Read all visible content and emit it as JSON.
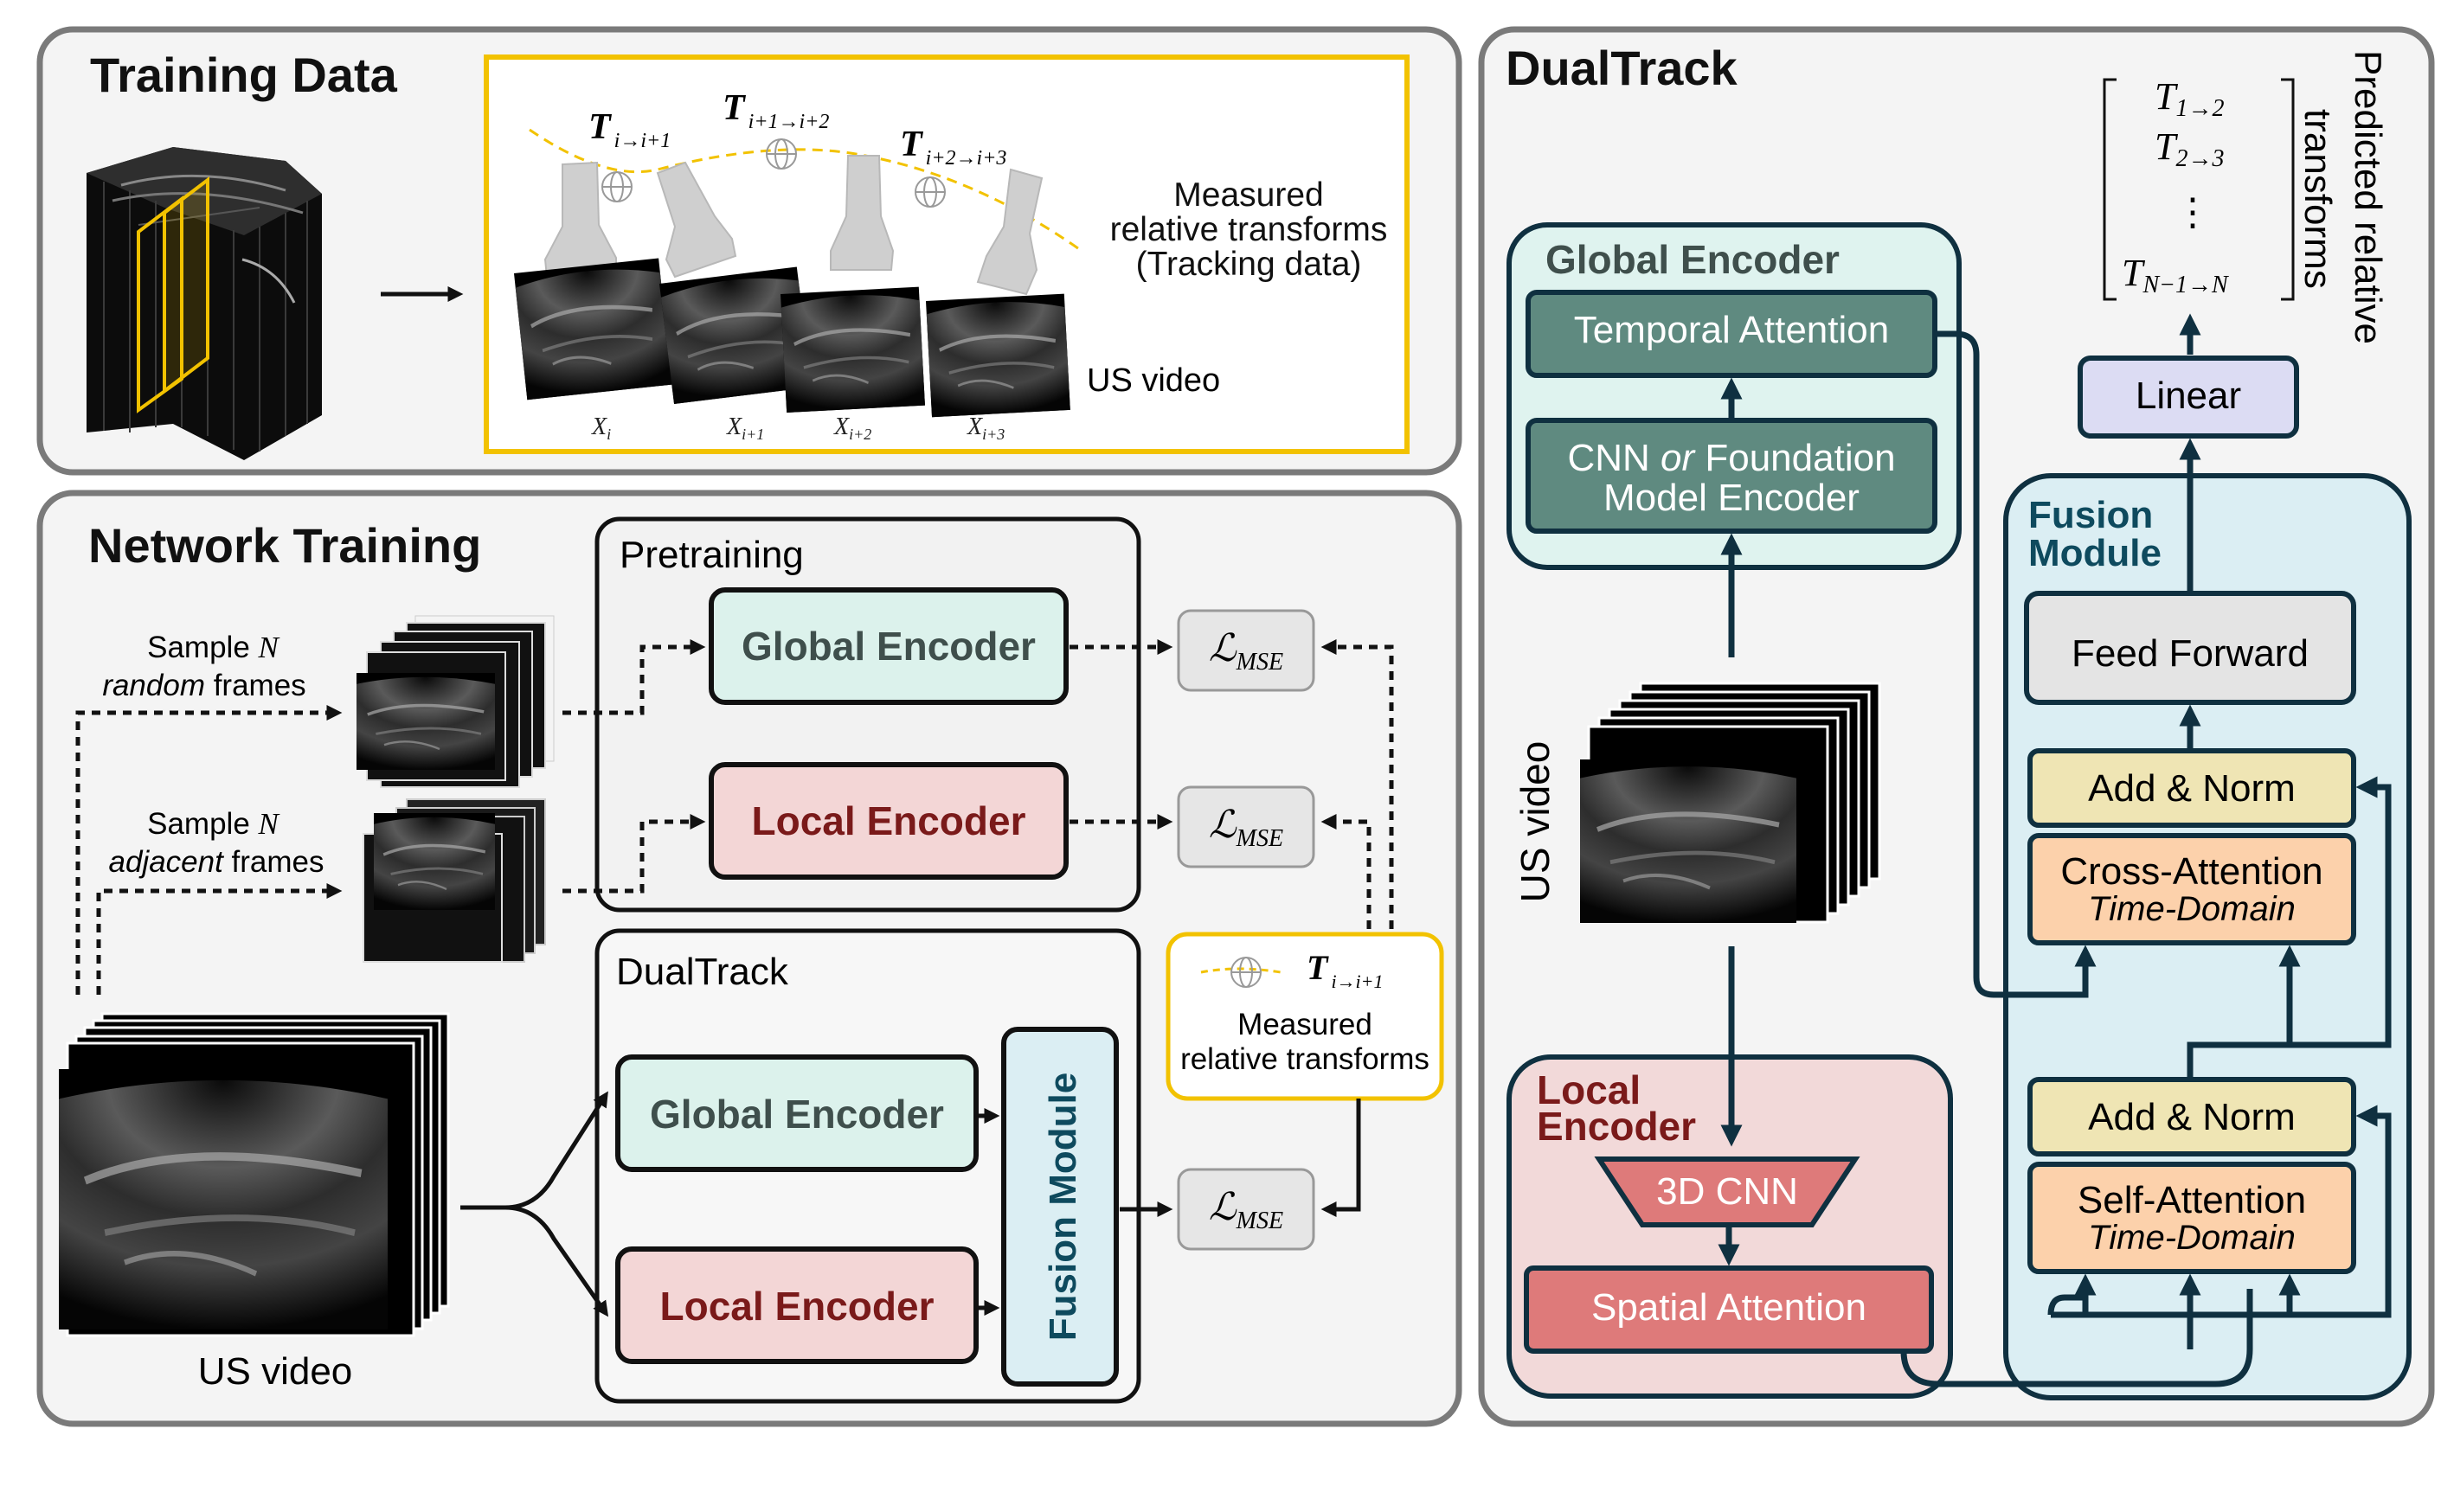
{
  "training_data": {
    "title": "Training Data",
    "transform_labels": [
      {
        "base": "T",
        "sub": "i→i+1"
      },
      {
        "base": "T",
        "sub": "i+1→i+2"
      },
      {
        "base": "T",
        "sub": "i+2→i+3"
      }
    ],
    "measured_lines": [
      "Measured",
      "relative transforms",
      "(Tracking data)"
    ],
    "us_video_label": "US video",
    "frame_labels": [
      {
        "base": "X",
        "sub": "i"
      },
      {
        "base": "X",
        "sub": "i+1"
      },
      {
        "base": "X",
        "sub": "i+2"
      },
      {
        "base": "X",
        "sub": "i+3"
      }
    ]
  },
  "network_training": {
    "title": "Network Training",
    "pretraining_label": "Pretraining",
    "global_encoder": "Global Encoder",
    "local_encoder": "Local Encoder",
    "sample_random": {
      "line1": "Sample",
      "var": "N",
      "line2_italic": "random",
      "line2_rest": " frames"
    },
    "sample_adjacent": {
      "line1": "Sample",
      "var": "N",
      "line2_italic": "adjacent",
      "line2_rest": " frames"
    },
    "loss": {
      "base": "ℒ",
      "sub": "MSE"
    },
    "dualtrack_label": "DualTrack",
    "fusion_module": "Fusion Module",
    "measured_transform": {
      "base": "T",
      "sub": "i→i+1",
      "line1": "Measured",
      "line2": "relative transforms"
    },
    "us_video_label": "US video"
  },
  "dualtrack": {
    "title": "DualTrack",
    "global_encoder": {
      "title": "Global Encoder",
      "temporal_attention": "Temporal Attention",
      "cnn_line1_a": "CNN ",
      "cnn_line1_or": "or",
      "cnn_line1_b": " Foundation",
      "cnn_line2": "Model Encoder"
    },
    "us_video_label": "US video",
    "local_encoder": {
      "title_line1": "Local",
      "title_line2": "Encoder",
      "cnn3d": "3D CNN",
      "spatial_attention": "Spatial Attention"
    },
    "output": {
      "matrix_rows": [
        {
          "base": "T",
          "sub": "1→2"
        },
        {
          "base": "T",
          "sub": "2→3"
        },
        {
          "base": "⋮",
          "sub": ""
        },
        {
          "base": "T",
          "sub": "N−1→N"
        }
      ],
      "predicted_line1": "Predicted relative",
      "predicted_line2": "transforms"
    },
    "linear": "Linear",
    "fusion": {
      "title_line1": "Fusion",
      "title_line2": "Module",
      "feed_forward": "Feed Forward",
      "add_norm": "Add & Norm",
      "cross_attention": "Cross-Attention",
      "self_attention": "Self-Attention",
      "time_domain": "Time-Domain"
    }
  },
  "colors": {
    "panel_bg": "#f4f4f4",
    "panel_border": "#7a7a7a",
    "gold": "#f2c200",
    "global_fill": "#dcf2ec",
    "global_teal": "#5f8a80",
    "global_panel": "#dff3ef",
    "global_outline": "#0f3040",
    "local_fill": "#f3d6d6",
    "local_text": "#7a1a1a",
    "local_dark": "#de7a7a",
    "local_panel": "#f2d9d9",
    "fusion_panel": "#dbeef3",
    "fusion_title": "#0e4a5e",
    "linear_fill": "#dcdcf3",
    "ff_fill": "#e4e4e4",
    "addnorm_fill": "#efe5b4",
    "attn_fill": "#fcd1ab",
    "loss_fill": "#e6e6e6",
    "arrow": "#0f3040"
  }
}
